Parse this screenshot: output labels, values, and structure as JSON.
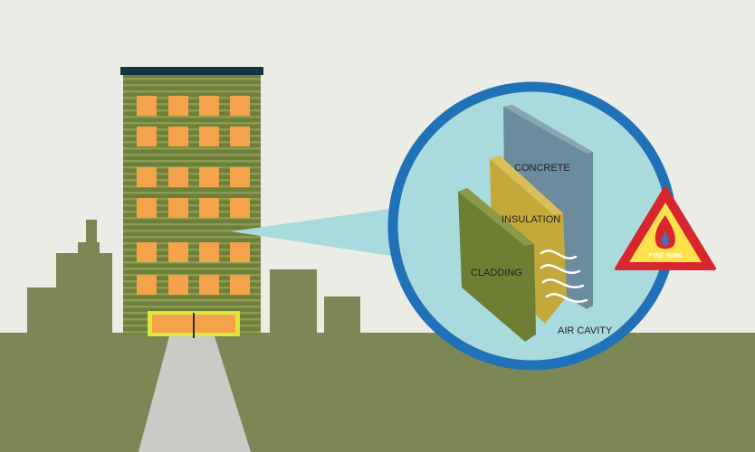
{
  "layers": {
    "concrete": "CONCRETE",
    "insulation": "INSULATION",
    "cladding": "CLADDING",
    "air_cavity": "AIR CAVITY"
  },
  "warning": {
    "label": "FIRE RISK"
  },
  "colors": {
    "sky": "#ecece6",
    "ground": "#7d8755",
    "background_buildings": "#7d8755",
    "tower_facade": "#6e7f3a",
    "windows": "#f5a34a",
    "roof": "#14343f",
    "door_frame": "#dfe63a",
    "path": "#c9ccc6",
    "magnifier_ring": "#1f72b8",
    "magnifier_fill": "#a9dadd",
    "concrete": "#6b8c9c",
    "insulation": "#c5a83a",
    "cladding": "#6e7f34",
    "warning_border": "#d8262f",
    "warning_fill": "#ffe14d",
    "flame": "#d8262f"
  },
  "icons": {
    "warning": "warning-triangle-icon",
    "flame": "flame-icon",
    "air_flow": "air-flow-icon"
  }
}
